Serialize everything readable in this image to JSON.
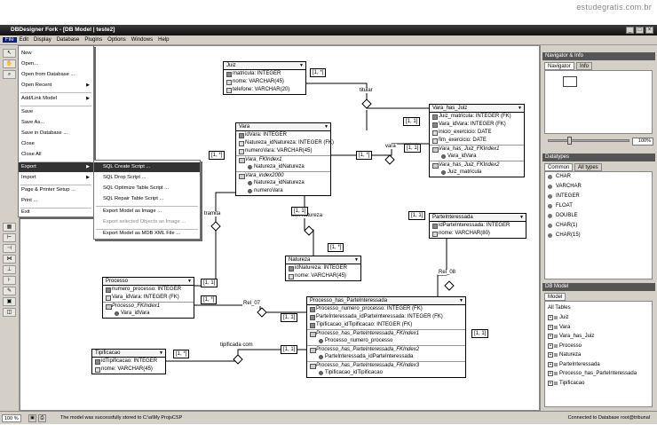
{
  "watermark": "estudegratis.com.br",
  "window": {
    "title": "DBDesigner Fork - [DB Model | teste2]"
  },
  "menubar": [
    "File",
    "Edit",
    "Display",
    "Database",
    "Plugins",
    "Options",
    "Windows",
    "Help"
  ],
  "file_menu": [
    "New",
    "Open...",
    "Open from Database ...",
    "Open Recent",
    "Add/Link Model",
    "Save",
    "Save As...",
    "Save in Database ...",
    "Close",
    "Close All",
    "Export",
    "Import",
    "Page & Printer Setup ...",
    "Print ...",
    "Exit"
  ],
  "export_menu": [
    "SQL Create Script ...",
    "SQL Drop Script ...",
    "SQL Optimize Table Script ...",
    "SQL Repair Table Script ...",
    "Export Model as Image ...",
    "Export selected Objects as Image ...",
    "Export Model as MDB XML File ..."
  ],
  "tables": {
    "juiz": {
      "name": "Juiz",
      "rows": [
        "matricula: INTEGER",
        "nome: VARCHAR(45)",
        "telefone: VARCHAR(20)"
      ]
    },
    "vara": {
      "name": "Vara",
      "rows": [
        "idVara: INTEGER",
        "Natureza_idNatureza: INTEGER (FK)",
        "numeroVara: VARCHAR(45)",
        "Vara_FKIndex1",
        "Natureza_idNatureza",
        "Vara_index2000",
        "Natureza_idNatureza",
        "numeroVara"
      ]
    },
    "vhj": {
      "name": "Vara_has_Juiz",
      "rows": [
        "Juiz_matricula: INTEGER (FK)",
        "Vara_idVara: INTEGER (FK)",
        "inicio_exercicio: DATE",
        "fim_exercicio: DATE",
        "Vara_has_Juiz_FKIndex1",
        "Vara_idVara",
        "Vara_has_Juiz_FKIndex2",
        "Juiz_matricula"
      ]
    },
    "parte": {
      "name": "ParteInteressada",
      "rows": [
        "idParteInteressada: INTEGER",
        "nome: VARCHAR(80)"
      ]
    },
    "natureza": {
      "name": "Natureza",
      "rows": [
        "idNatureza: INTEGER",
        "nome: VARCHAR(45)"
      ]
    },
    "processo": {
      "name": "Processo",
      "rows": [
        "numero_processo: INTEGER",
        "Vara_idVara: INTEGER (FK)",
        "Processo_FKIndex1",
        "Vara_idVara"
      ]
    },
    "php": {
      "name": "Processo_has_ParteInteressada",
      "rows": [
        "Processo_numero_processo: INTEGER (FK)",
        "ParteInteressada_idParteInteressada: INTEGER (FK)",
        "Tipificacao_idTipificacao: INTEGER (FK)",
        "Processo_has_ParteInteressada_FKIndex1",
        "Processo_numero_processo",
        "Processo_has_ParteInteressada_FKIndex2",
        "ParteInteressada_idParteInteressada",
        "Processo_has_ParteInteressada_FKIndex3",
        "Tipificacao_idTipificacao"
      ]
    },
    "tipif": {
      "name": "Tipificacao",
      "rows": [
        "idTipificacao: INTEGER",
        "nome: VARCHAR(45)"
      ]
    }
  },
  "relations": {
    "titular": "titular",
    "vara": "vara",
    "tramita": "tramita",
    "tem_natureza": "tem natureza",
    "rel_08": "Rel_08",
    "rel_07": "Rel_07",
    "tipificada": "tipificada com"
  },
  "cards": {
    "c1n": "[1, *]",
    "c11": "[1, 1]"
  },
  "right_panel": {
    "navigator_title": "Navigator & Info",
    "nav_tabs": [
      "Navigator",
      "Info"
    ],
    "zoom": "100%",
    "datatypes_title": "Datatypes",
    "dt_tabs": [
      "Common",
      "All types"
    ],
    "datatypes": [
      "CHAR",
      "VARCHAR",
      "INTEGER",
      "FLOAT",
      "DOUBLE",
      "CHAR(1)",
      "CHAR(15)"
    ],
    "dbmodel_title": "DB Model",
    "model_tab": "Model",
    "tree_root": "All Tables",
    "tree": [
      "Juiz",
      "Vara",
      "Vara_has_Juiz",
      "Processo",
      "Natureza",
      "ParteInteressada",
      "Processo_has_ParteInteressada",
      "Tipificacao"
    ]
  },
  "status": {
    "zoom": "100 %",
    "message": "The model was successfully stored to C:\\a\\My ProjsCSP",
    "connection": "Connected to Database root@tribunal"
  }
}
